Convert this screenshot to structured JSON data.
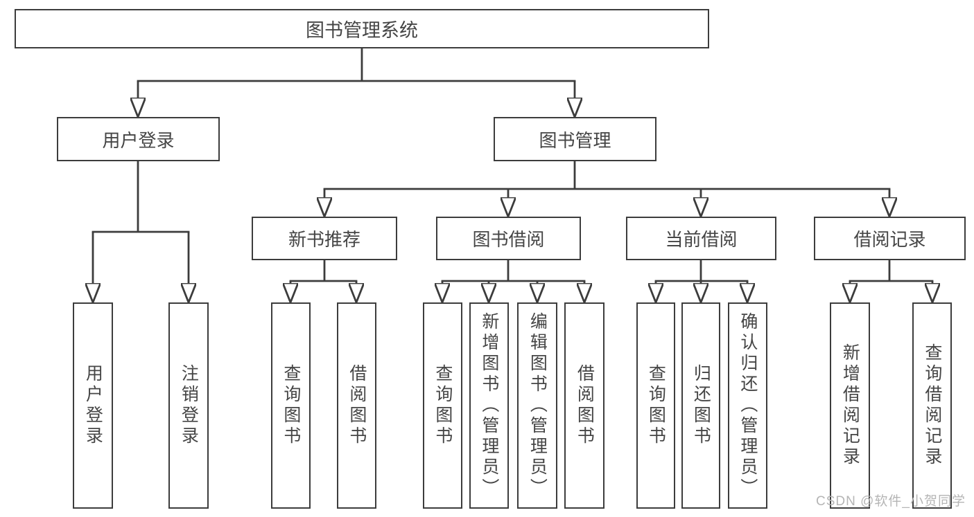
{
  "diagram": {
    "title": "图书管理系统",
    "root": {
      "label": "图书管理系统"
    },
    "level2": [
      {
        "label": "用户登录"
      },
      {
        "label": "图书管理"
      }
    ],
    "level3": [
      {
        "label": "新书推荐"
      },
      {
        "label": "图书借阅"
      },
      {
        "label": "当前借阅"
      },
      {
        "label": "借阅记录"
      }
    ],
    "leaves": {
      "user_login": [
        {
          "label": "用户登录"
        },
        {
          "label": "注销登录"
        }
      ],
      "new_books": [
        {
          "label": "查询图书"
        },
        {
          "label": "借阅图书"
        }
      ],
      "book_borrow": [
        {
          "label": "查询图书"
        },
        {
          "label": "新增图书（管理员）"
        },
        {
          "label": "编辑图书（管理员）"
        },
        {
          "label": "借阅图书"
        }
      ],
      "current_borrow": [
        {
          "label": "查询图书"
        },
        {
          "label": "归还图书"
        },
        {
          "label": "确认归还（管理员）"
        }
      ],
      "borrow_records": [
        {
          "label": "新增借阅记录"
        },
        {
          "label": "查询借阅记录"
        }
      ]
    },
    "watermark": "CSDN @软件_小贺同学",
    "colors": {
      "line": "#3c3c3c",
      "text": "#454545",
      "watermark": "#b5b5b5",
      "background": "#ffffff"
    }
  }
}
